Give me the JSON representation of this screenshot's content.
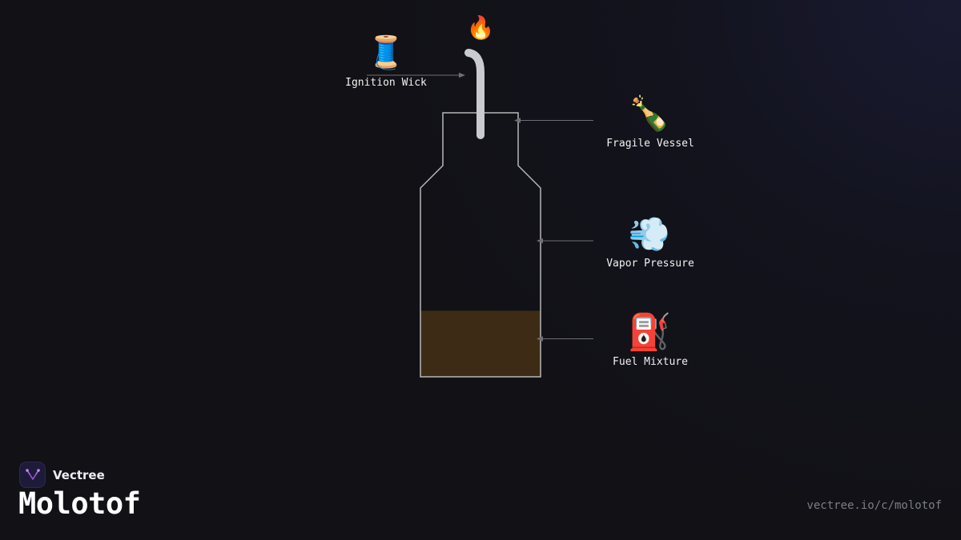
{
  "labels": {
    "wick": "Ignition Wick",
    "vessel": "Fragile Vessel",
    "vapor": "Vapor Pressure",
    "fuel": "Fuel Mixture"
  },
  "icons": {
    "flame": "🔥",
    "wick": "🧵",
    "vessel": "🍾",
    "vapor": "💨",
    "fuel": "⛽"
  },
  "fuel_level": 0.35,
  "brand": {
    "name": "Vectree"
  },
  "title": "Molotof",
  "url": "vectree.io/c/molotof",
  "colors": {
    "background": "#111116",
    "bottle_outline": "#b8b8b8",
    "fuel_fill": "#3d2b16",
    "wick": "#c9cbcf",
    "arrow": "#6e6e74",
    "logo_accent": "#b06ee0"
  }
}
